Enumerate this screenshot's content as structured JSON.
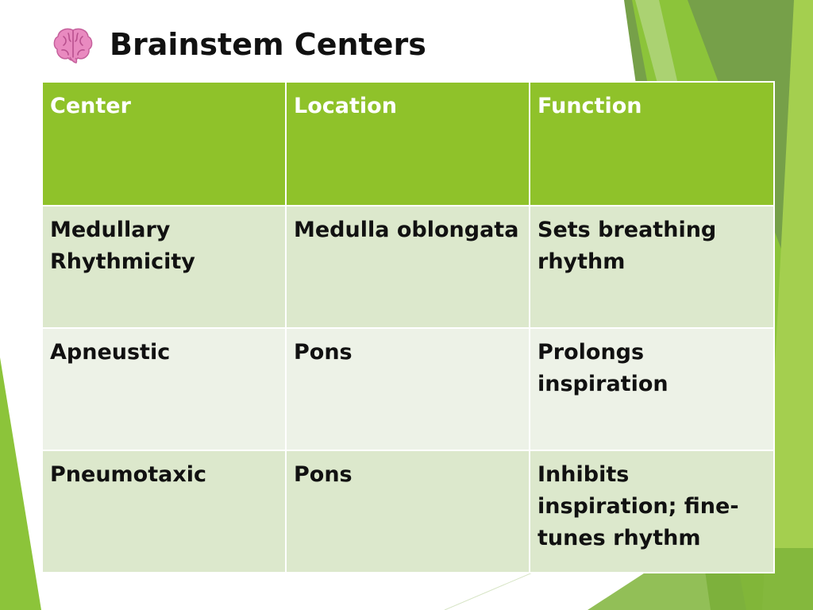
{
  "slide": {
    "title": "Brainstem Centers",
    "title_icon": "brain-icon",
    "colors": {
      "header_fill": "#8fc22a",
      "row_fill_a": "#dce8cc",
      "row_fill_b": "#edf2e7",
      "accent_green": "#8cc43a",
      "dark_green": "#6f9b3f"
    }
  },
  "table": {
    "headers": [
      "Center",
      "Location",
      "Function"
    ],
    "rows": [
      [
        "Medullary Rhythmicity",
        "Medulla oblongata",
        "Sets breathing rhythm"
      ],
      [
        "Apneustic",
        "Pons",
        "Prolongs inspiration"
      ],
      [
        "Pneumotaxic",
        "Pons",
        "Inhibits inspiration; fine-tunes rhythm"
      ]
    ]
  }
}
